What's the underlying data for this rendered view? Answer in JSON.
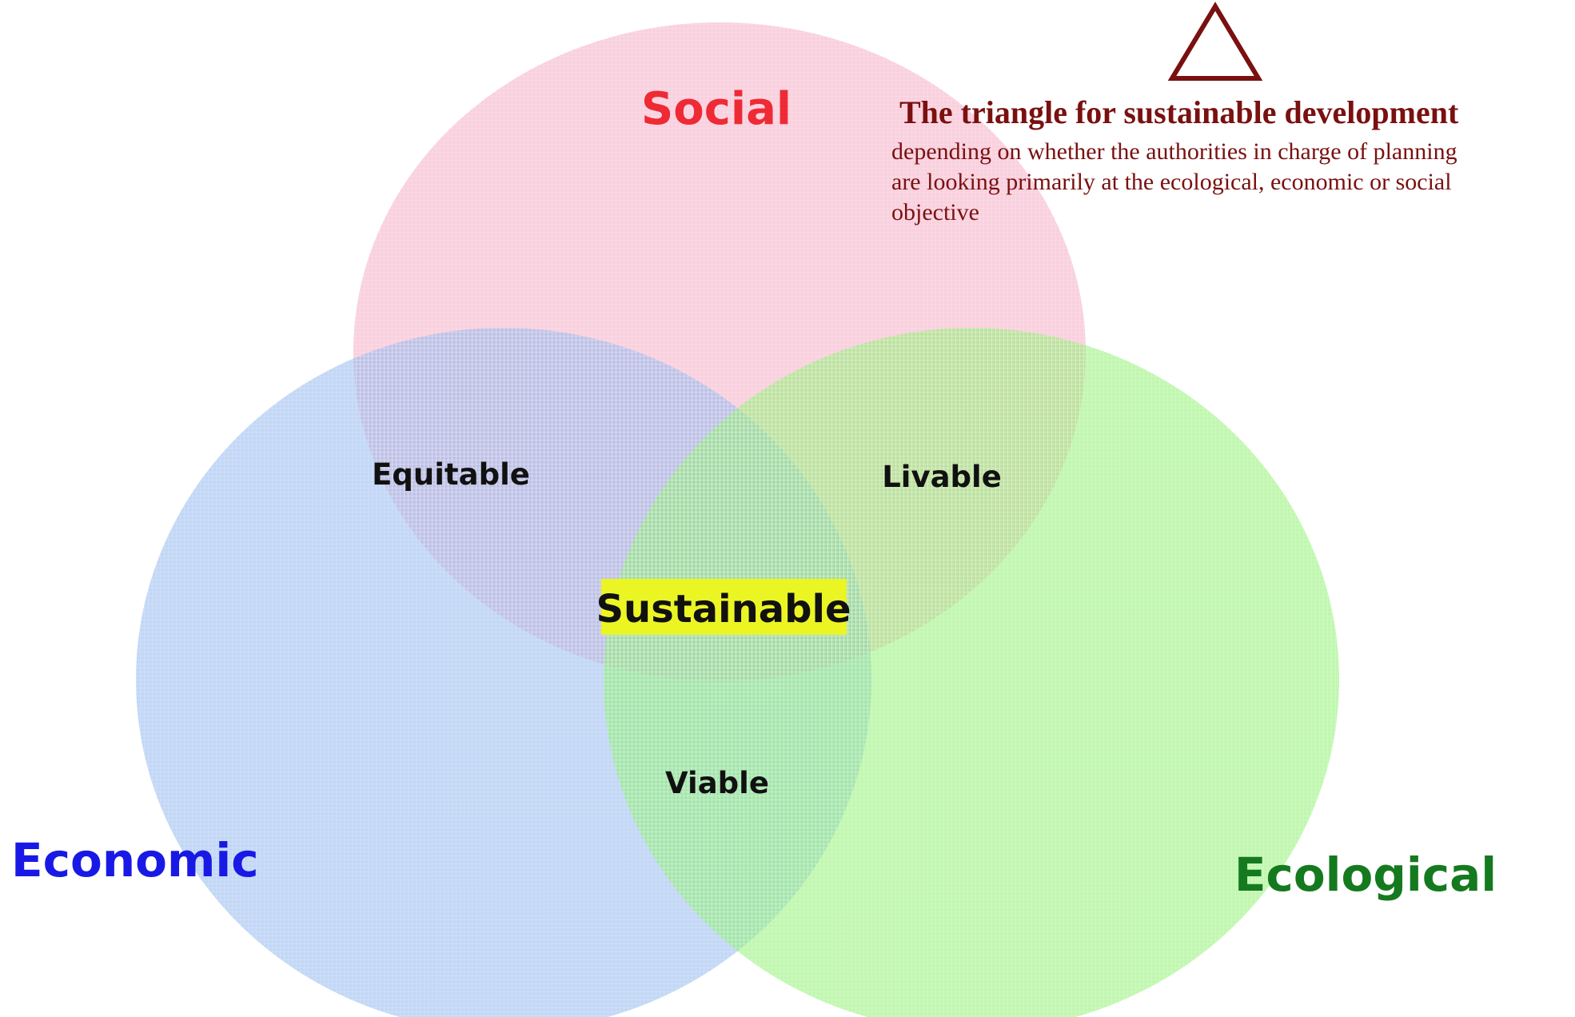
{
  "colors": {
    "social_fill": "#f4a9c3",
    "economic_fill": "#8fb6ec",
    "ecological_fill": "#8ef06f",
    "social_text": "#ee2a34",
    "economic_text": "#1919e6",
    "ecological_text": "#157a1f",
    "caption": "#7a1010",
    "highlight": "#ecf524",
    "region_text": "#111111"
  },
  "sets": {
    "social": "Social",
    "economic": "Economic",
    "ecological": "Ecological"
  },
  "overlaps": {
    "social_economic": "Equitable",
    "social_ecological": "Livable",
    "economic_ecological": "Viable",
    "all_three": "Sustainable"
  },
  "caption": {
    "title": "The triangle for sustainable development",
    "lines": [
      "depending on whether the authorities in charge of planning",
      "are looking primarily at the ecological, economic or social",
      "objective"
    ]
  },
  "icons": {
    "triangle": "triangle-icon"
  }
}
